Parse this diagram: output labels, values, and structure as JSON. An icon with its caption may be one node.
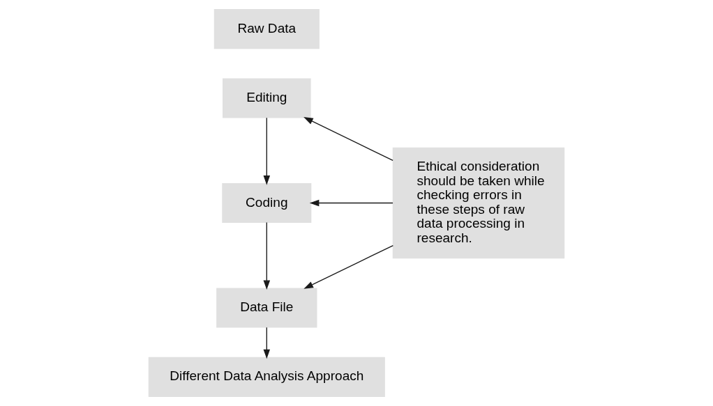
{
  "diagram": {
    "nodes": [
      {
        "text": [
          "Raw Data"
        ]
      },
      {
        "text": [
          "Editing"
        ]
      },
      {
        "text": [
          "Coding"
        ]
      },
      {
        "text": [
          "Data File"
        ]
      },
      {
        "text": [
          "Different Data Analysis Approach"
        ]
      },
      {
        "text": [
          "Ethical consideration should be taken while checking errors in these steps of raw data processing in research."
        ]
      }
    ],
    "edges": [
      {
        "from": 1,
        "to": 2,
        "arrow": "to"
      },
      {
        "from": 2,
        "to": 3,
        "arrow": "to"
      },
      {
        "from": 3,
        "to": 4,
        "arrow": "to"
      },
      {
        "from": 5,
        "to": 1,
        "arrow": "to"
      },
      {
        "from": 5,
        "to": 2,
        "arrow": "to"
      },
      {
        "from": 5,
        "to": 3,
        "arrow": "to"
      }
    ]
  }
}
